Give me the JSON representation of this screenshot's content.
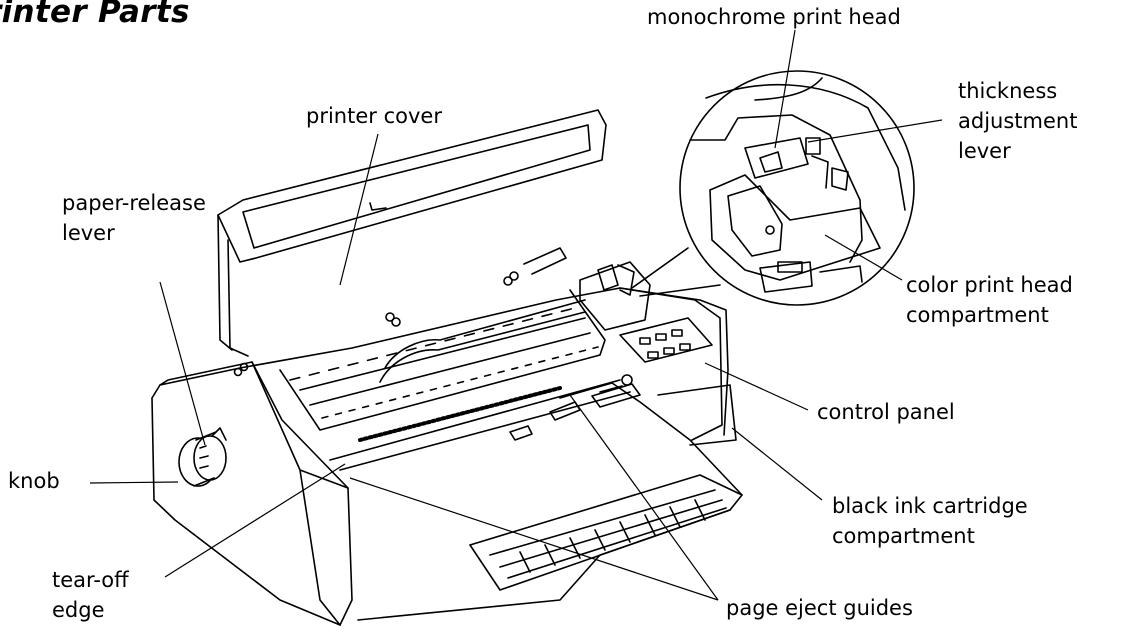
{
  "title": "rinter Parts",
  "labels": {
    "monochrome_print_head": "monochrome print head",
    "thickness_adjustment_lever": [
      "thickness",
      "adjustment",
      "lever"
    ],
    "printer_cover": "printer cover",
    "paper_release_lever": [
      "paper-release",
      "lever"
    ],
    "color_print_head_compartment": [
      "color print head",
      "compartment"
    ],
    "control_panel": "control panel",
    "knob": "knob",
    "black_ink_cartridge_compartment": [
      "black ink cartridge",
      "compartment"
    ],
    "tear_off_edge": [
      "tear-off",
      "edge"
    ],
    "page_eject_guides": "page eject guides"
  }
}
